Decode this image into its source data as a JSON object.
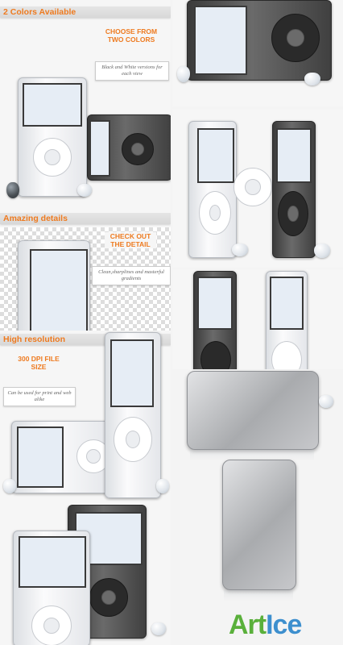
{
  "sections": {
    "colors": "2 Colors Available",
    "details": "Amazing details",
    "resolution": "High resolution"
  },
  "callouts": {
    "colors_title": "CHOOSE FROM TWO COLORS",
    "colors_note": "Black and White versions for each view",
    "details_title": "CHECK OUT THE DETAIL",
    "details_note": "Clean,sharplines and masterful gradients",
    "res_title": "300 DPI FILE SIZE",
    "res_note": "Can be used for print and web alike"
  },
  "watermark": {
    "part1": "Art",
    "part2": "Ice"
  },
  "colors": {
    "accent": "#ee7a1f",
    "brand_green": "#5ab03b",
    "brand_blue": "#3d8fce"
  }
}
